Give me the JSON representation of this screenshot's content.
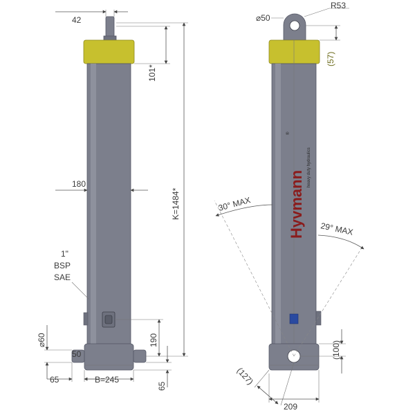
{
  "colors": {
    "barrel": "#7c7f8c",
    "barrel_edge": "#555866",
    "head": "#c7c02e",
    "head_edge": "#8d8820",
    "port": "#2a4aa0",
    "brand": "#8a1c1c",
    "dimension": "#3a3a3a",
    "dimension_olive": "#6b6a1a"
  },
  "left_view": {
    "dim_top_width": "42",
    "dim_head_height": "101*",
    "dim_diameter": "180",
    "dim_stroke": "K=1484*",
    "port_label_line1": "1\"",
    "port_label_line2": "BSP",
    "port_label_line3": "SAE",
    "dim_pin_diameter": "⌀60",
    "dim_pin_width": "50",
    "dim_port_height": "190",
    "dim_overhang": "65",
    "dim_base_width": "B=245",
    "dim_base_height": "65"
  },
  "right_view": {
    "dim_eye_diameter": "⌀50",
    "dim_eye_radius": "R53",
    "dim_eye_height": "(57)",
    "brand_name": "Hyvmann",
    "brand_registered": "®",
    "brand_tagline": "heavy duty hydraulics",
    "dim_swing_left": "30° MAX",
    "dim_swing_right": "29° MAX",
    "dim_pivot_height": "(100)",
    "dim_diagonal": "(127)",
    "dim_bottom_width": "209"
  }
}
